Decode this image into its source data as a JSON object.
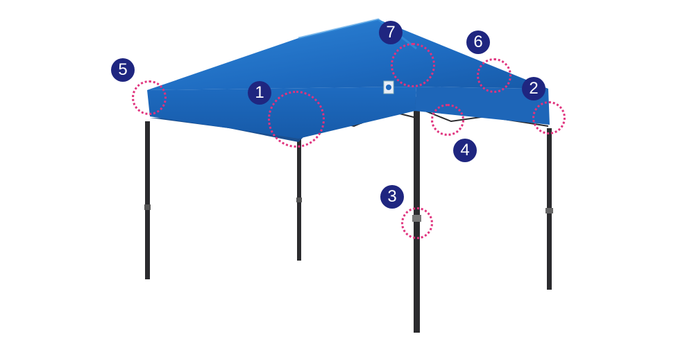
{
  "image": {
    "subject": "blue-pop-up-canopy-tent",
    "colors": {
      "canopy_top": "#1e6bc0",
      "canopy_light": "#2f86d8",
      "canopy_shadow": "#14519a",
      "frame": "#2b2b2e",
      "badge": "#1f2680",
      "callout_ring": "#e0337e"
    }
  },
  "callouts": [
    {
      "label": "1"
    },
    {
      "label": "2"
    },
    {
      "label": "3"
    },
    {
      "label": "4"
    },
    {
      "label": "5"
    },
    {
      "label": "6"
    },
    {
      "label": "7"
    }
  ]
}
